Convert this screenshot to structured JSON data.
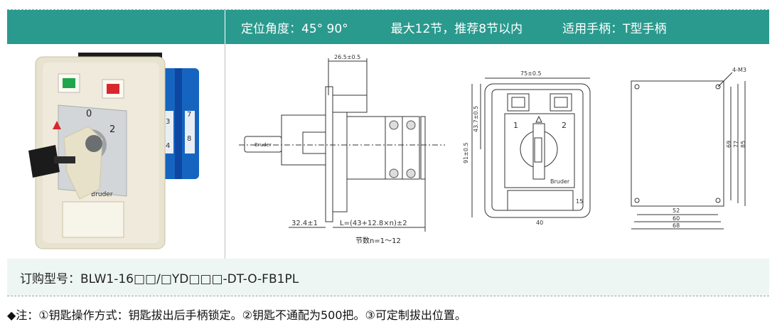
{
  "header": {
    "angle": "定位角度：45° 90°",
    "sections": "最大12节，推荐8节以内",
    "handle": "适用手柄：T型手柄"
  },
  "photo": {
    "brand": "Bruder",
    "pos_0": "0",
    "pos_2": "2",
    "cam_3": "3",
    "cam_7": "7",
    "cam_4": "4",
    "cam_8": "8"
  },
  "side_drawing": {
    "dim_top": "26.5±0.5",
    "dim_bottom_left": "32.4±1",
    "dim_length": "L=(43+12.8×n)±2",
    "section_count": "节数n=1～12",
    "key_brand": "Bruder"
  },
  "front_drawing": {
    "dim_width": "75±0.5",
    "dim_height": "91±0.5",
    "dim_center": "43.7±0.5",
    "pos_1": "1",
    "pos_2": "2",
    "brand": "Bruder",
    "dim_label_h": "15",
    "dim_label_w": "40"
  },
  "panel_drawing": {
    "holes": "4-M3",
    "dim_69": "69",
    "dim_77": "77",
    "dim_85": "85",
    "dim_52": "52",
    "dim_60": "60",
    "dim_68": "68"
  },
  "order": {
    "text": "订购型号：BLW1-16□□/□YD□□□-DT-O-FB1PL"
  },
  "note": {
    "text": "◆注：①钥匙操作方式：钥匙拔出后手柄锁定。②钥匙不通配为500把。③可定制拔出位置。"
  },
  "colors": {
    "header_bg": "#2a9a8e",
    "order_bg": "#eef6f4"
  }
}
